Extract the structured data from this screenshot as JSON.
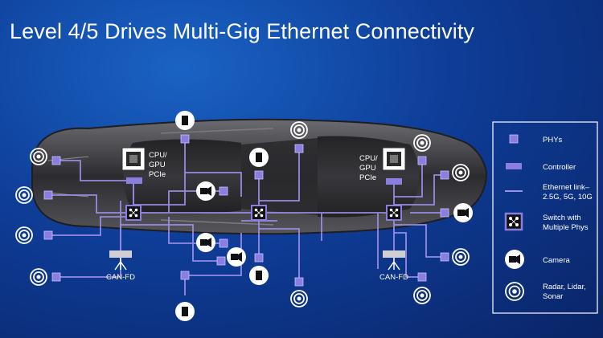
{
  "title": "Level 4/5 Drives Multi-Gig Ethernet Connectivity",
  "labels": {
    "cpu_left": [
      "CPU/",
      "GPU",
      "PCIe"
    ],
    "cpu_right": [
      "CPU/",
      "GPU",
      "PCIe"
    ],
    "can_left": "CAN-FD",
    "can_right": "CAN-FD"
  },
  "legend": {
    "phys": "PHYs",
    "controller": "Controller",
    "ethernet": [
      "Ethernet link–",
      "2.5G, 5G, 10G"
    ],
    "switch": [
      "Switch with",
      "Multiple Phys"
    ],
    "camera": "Camera",
    "radar": [
      "Radar, Lidar,",
      "Sonar"
    ]
  },
  "colors": {
    "link": "#9d8fe8",
    "phy": "#8a7ee0",
    "background": "#0e3d98",
    "car": "#3a3a3e"
  },
  "icons": [
    "phy-chip-icon",
    "controller-icon",
    "switch-icon",
    "camera-icon",
    "lidar-icon",
    "radar-icon",
    "cpu-chip-icon",
    "can-bus-icon"
  ]
}
